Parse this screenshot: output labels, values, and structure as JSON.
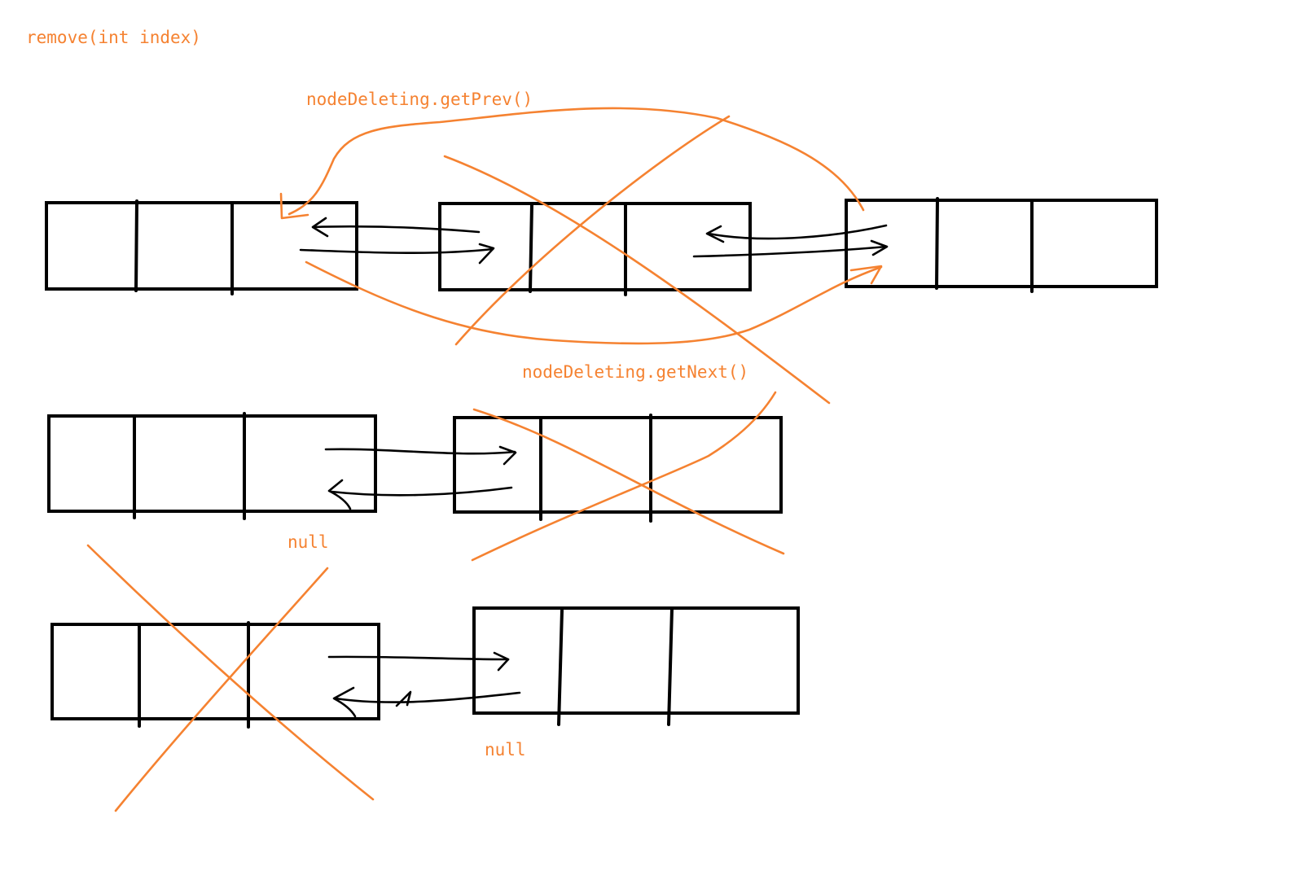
{
  "title": "remove(int index)",
  "labels": {
    "prev_pointer": "nodeDeleting.getPrev()",
    "next_pointer": "nodeDeleting.getNext()",
    "null_row2": "null",
    "null_row3": "null"
  },
  "colors": {
    "ink": "#000000",
    "annotation": "#f58231"
  }
}
